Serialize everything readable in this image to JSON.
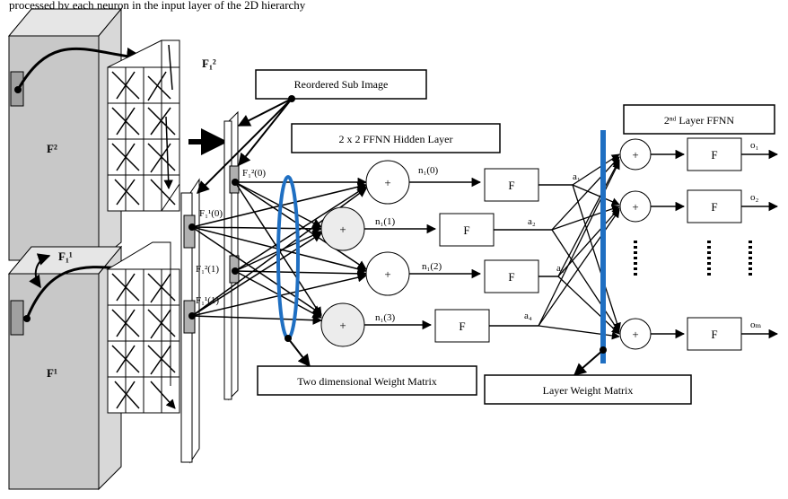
{
  "top_text": "processed by each neuron in the input layer of the 2D hierarchy",
  "frames": {
    "f2": "F²",
    "f1": "F¹",
    "f1_2": "F₁²",
    "f1_1": "F₁¹"
  },
  "callouts": {
    "reordered": "Reordered Sub Image",
    "hidden_layer": "2 x 2 FFNN Hidden Layer",
    "second_layer": "2ⁿᵈ Layer FFNN",
    "weight_matrix_2d": "Two dimensional Weight Matrix",
    "layer_weight_matrix": "Layer Weight Matrix"
  },
  "inputs": [
    "F₁²(0)",
    "F₁¹(0)",
    "F₁²(1)",
    "F₁¹(1)"
  ],
  "hidden_sums": [
    "+",
    "+",
    "+",
    "+"
  ],
  "net_labels": [
    "n₁(0)",
    "n₁(1)",
    "n₁(2)",
    "n₁(3)"
  ],
  "hidden_f": [
    "F",
    "F",
    "F",
    "F"
  ],
  "activations": [
    "a₁",
    "a₂",
    "a₃",
    "a₄"
  ],
  "output_sums": [
    "+",
    "+",
    "+"
  ],
  "output_f": [
    "F",
    "F",
    "F"
  ],
  "outputs": [
    "o₁",
    "o₂",
    "oₘ"
  ],
  "colors": {
    "frame_fill": "#c8c8c8",
    "weight_ellipse": "#1f6fc2",
    "layer_bar": "#1f6fc2",
    "node_fill": "#ececec",
    "line": "#000000"
  }
}
